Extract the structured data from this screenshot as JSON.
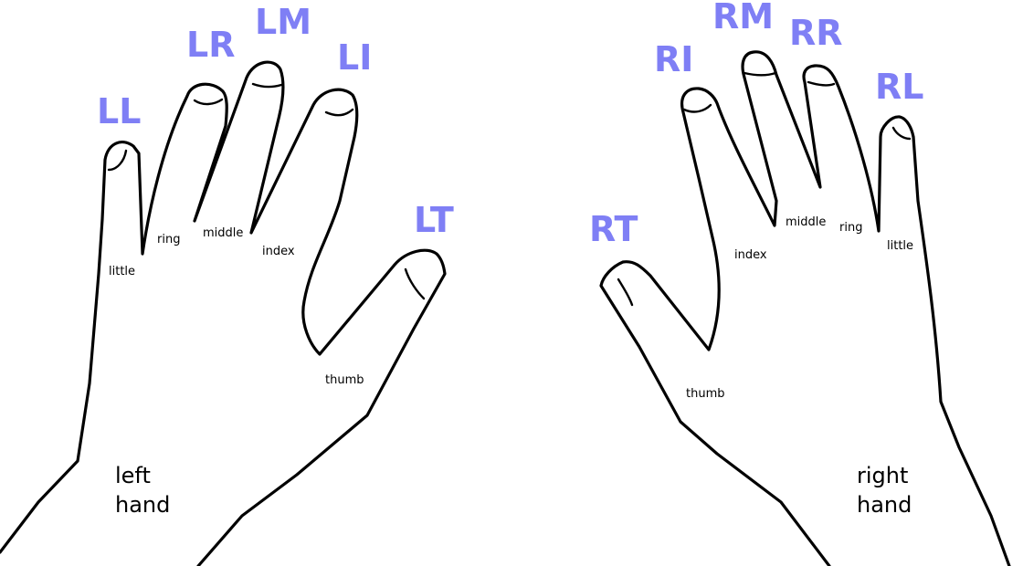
{
  "colors": {
    "code": "#7f7ff5",
    "outline": "#000000"
  },
  "left_hand": {
    "codes": {
      "little": "LL",
      "ring": "LR",
      "middle": "LM",
      "index": "LI",
      "thumb": "LT"
    },
    "fingers": {
      "little": "little",
      "ring": "ring",
      "middle": "middle",
      "index": "index",
      "thumb": "thumb"
    },
    "name_line1": "left",
    "name_line2": "hand"
  },
  "right_hand": {
    "codes": {
      "thumb": "RT",
      "index": "RI",
      "middle": "RM",
      "ring": "RR",
      "little": "RL"
    },
    "fingers": {
      "index": "index",
      "middle": "middle",
      "ring": "ring",
      "little": "little",
      "thumb": "thumb"
    },
    "name_line1": "right",
    "name_line2": "hand"
  }
}
